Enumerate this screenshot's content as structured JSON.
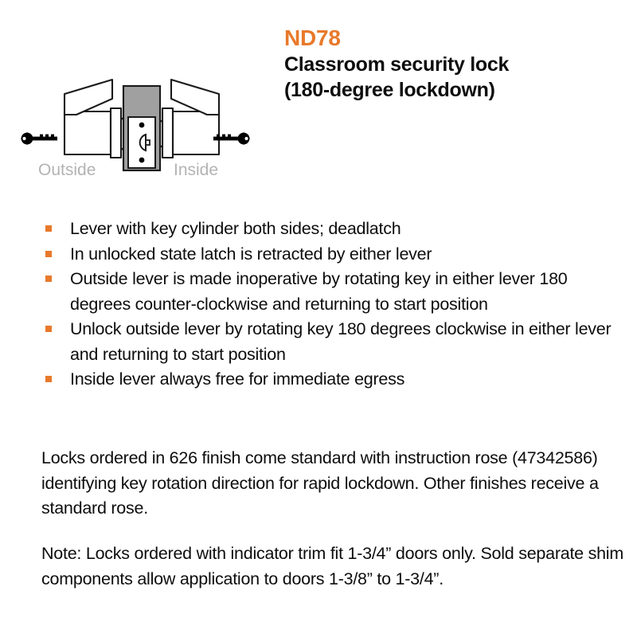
{
  "heading": {
    "model": "ND78",
    "title": "Classroom security lock\n(180-degree lockdown)",
    "accent_color": "#e8792b"
  },
  "diagram": {
    "name": "cylindrical-lever-lock-cutaway",
    "outside_label": "Outside",
    "inside_label": "Inside",
    "label_color": "#b3b3b3",
    "door_color": "#a0a0a0",
    "outline_color": "#1a1a1a",
    "key_color": "#000000",
    "parts": [
      "outside-key",
      "outside-lever",
      "door-edge",
      "faceplate-latch",
      "inside-lever",
      "inside-key"
    ]
  },
  "features": [
    "Lever with key cylinder both sides; deadlatch",
    "In unlocked state latch is retracted by either lever",
    "Outside lever is made inoperative by rotating key in either lever 180 degrees counter-clockwise and returning to start position",
    "Unlock outside lever by rotating key 180 degrees clockwise in either lever and returning to start position",
    "Inside lever always free for immediate egress"
  ],
  "paragraphs": {
    "finish_note": "Locks ordered in 626 finish come standard with instruction rose (47342586) identifying key rotation direction for rapid lockdown. Other finishes receive a standard rose.",
    "door_note": "Note: Locks ordered with indicator trim fit 1-3/4” doors only. Sold separate shim components allow application to doors 1-3/8” to 1-3/4”."
  }
}
